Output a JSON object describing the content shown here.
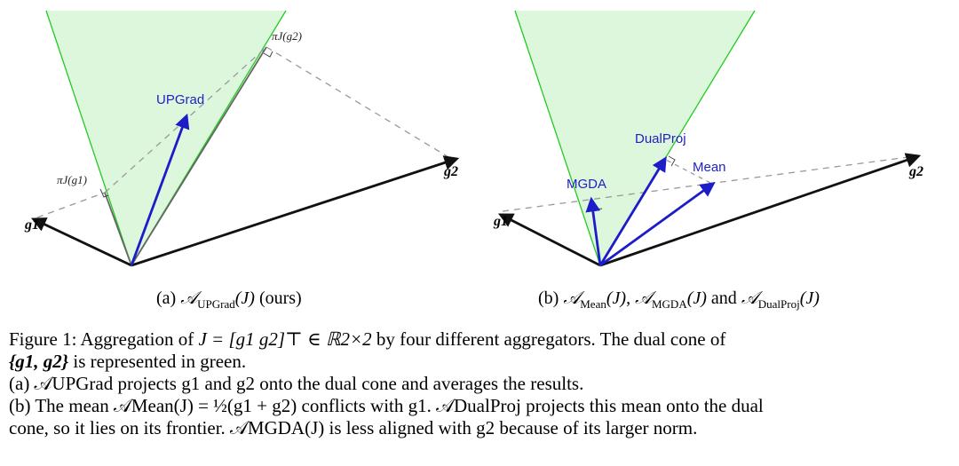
{
  "panel_a": {
    "g1_label": "g1",
    "g2_label": "g2",
    "proj1_label": "πJ(g1)",
    "proj2_label": "πJ(g2)",
    "upgrad_label": "UPGrad",
    "subcaption_prefix": "(a)",
    "subcaption_agg": "𝒜",
    "subcaption_sub": "UPGrad",
    "subcaption_arg": "(J)",
    "subcaption_suffix": " (ours)"
  },
  "panel_b": {
    "g1_label": "g1",
    "g2_label": "g2",
    "mgda_label": "MGDA",
    "dualproj_label": "DualProj",
    "mean_label": "Mean",
    "subcaption_prefix": "(b)",
    "agg": "𝒜",
    "sub_mean": "Mean",
    "sub_mgda": "MGDA",
    "sub_dualproj": "DualProj",
    "arg": "(J)",
    "sep": ", ",
    "and": " and "
  },
  "caption": {
    "line1_pre": "Figure 1: Aggregation of ",
    "line1_math": "J = [g1 g2]⊤ ∈ ℝ2×2",
    "line1_post": " by four different aggregators. The dual cone of",
    "line2_math": "{g1, g2}",
    "line2_post": " is represented in green.",
    "line3": "(a) 𝒜UPGrad projects g1 and g2 onto the dual cone and averages the results.",
    "line4": "(b) The mean 𝒜Mean(J) = ½(g1 + g2) conflicts with g1. 𝒜DualProj projects this mean onto the dual",
    "line5": "cone, so it lies on its frontier. 𝒜MGDA(J) is less aligned with g2 because of its larger norm."
  },
  "colors": {
    "cone_fill": "#dcf7dc",
    "cone_edge": "#22cc22",
    "vector_blue": "#1c1cc8",
    "vector_black": "#111111",
    "dashed": "#999999"
  }
}
